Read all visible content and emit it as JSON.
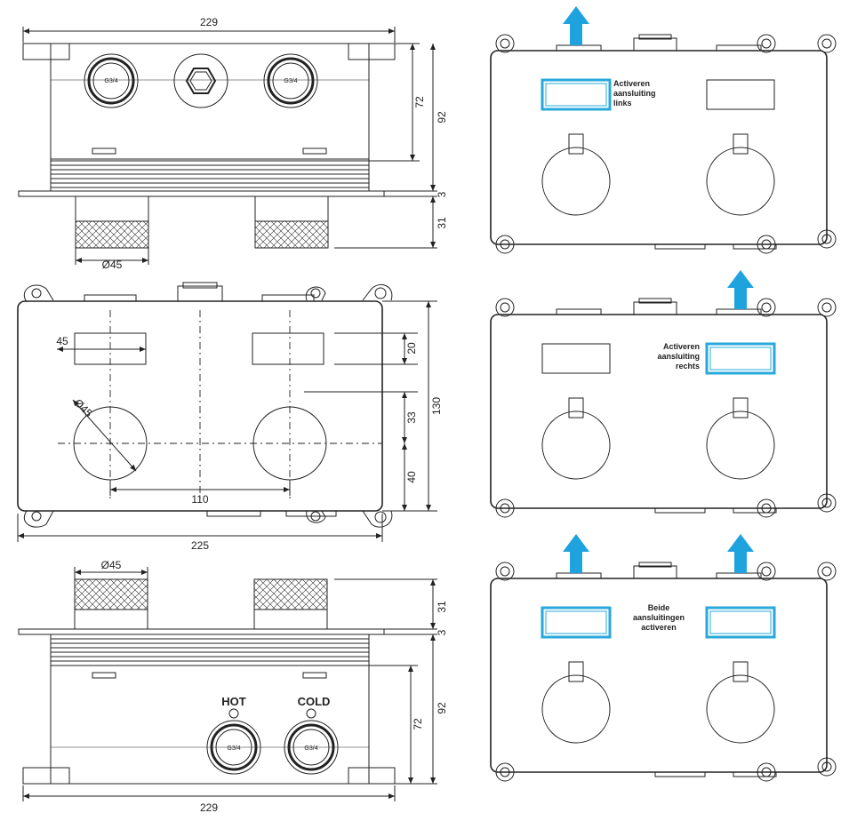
{
  "colors": {
    "line": "#222222",
    "highlight": "#29a8dc",
    "arrow": "#1fa3df"
  },
  "top_view": {
    "width": "229",
    "height_inner": "72",
    "height_total": "92",
    "plate": "3",
    "knob_height": "31",
    "knob_diameter": "Ø45",
    "thread": "G3/4"
  },
  "front_view": {
    "slot_width": "45",
    "slot_height": "20",
    "circle_diameter": "Ø45",
    "spacing": "110",
    "width": "225",
    "height": "130",
    "offset_upper": "33",
    "offset_lower": "40"
  },
  "bottom_view": {
    "knob_diameter": "Ø45",
    "knob_height": "31",
    "plate": "3",
    "height_inner": "72",
    "height_total": "92",
    "width": "229",
    "hot_label": "HOT",
    "cold_label": "COLD",
    "thread": "G3/4"
  },
  "variants": [
    {
      "label_lines": [
        "Activeren",
        "aansluiting",
        "links"
      ],
      "active": [
        "left"
      ]
    },
    {
      "label_lines": [
        "Activeren",
        "aansluiting",
        "rechts"
      ],
      "active": [
        "right"
      ]
    },
    {
      "label_lines": [
        "Beide",
        "aansluitingen",
        "activeren"
      ],
      "active": [
        "left",
        "right"
      ]
    }
  ]
}
